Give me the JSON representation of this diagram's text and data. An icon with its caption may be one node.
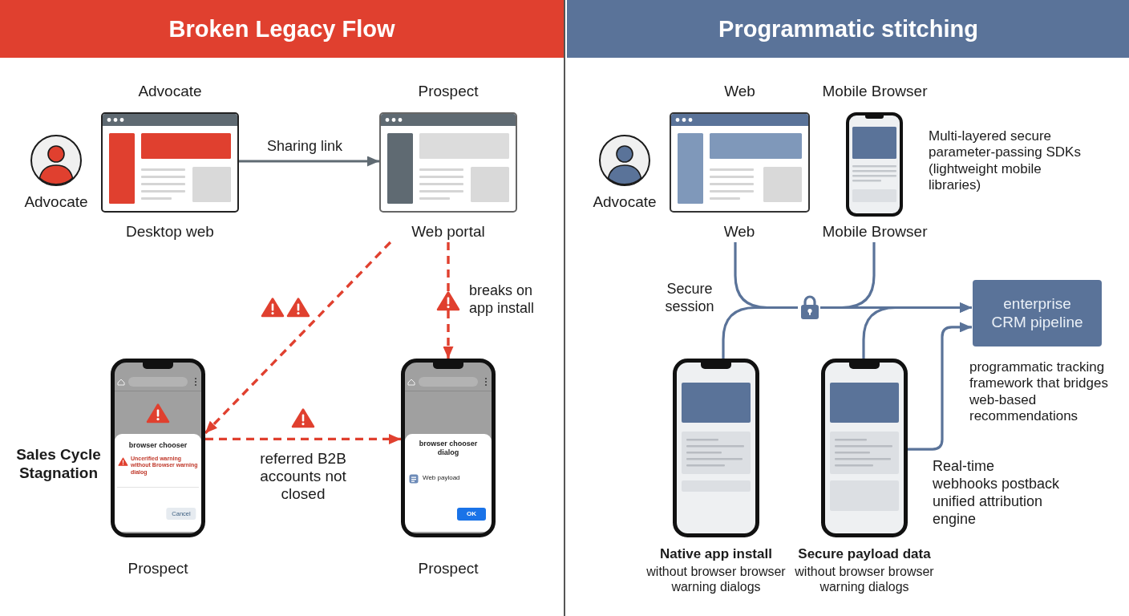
{
  "diagram": {
    "nodes": [
      {
        "text": [
          "Broken Legacy Flow"
        ]
      },
      {
        "text": [],
        "shape": "person",
        "beside": [
          "Advocate"
        ],
        "in": 0
      },
      {
        "text": [
          "Advocate"
        ],
        "beside": [
          "Desktop web"
        ],
        "in": 0
      },
      {
        "text": [
          "Prospect"
        ],
        "beside": [
          "Web portal"
        ],
        "in": 0
      },
      {
        "text": [
          "browser chooser",
          "Uncerified warning without Browser warning dialog",
          "Cancel"
        ],
        "beside": [
          "Sales Cycle Stagnation",
          "Prospect"
        ],
        "in": 0
      },
      {
        "text": [
          "browser chooser dialog",
          "Web payload",
          "OK"
        ],
        "beside": [
          "Prospect"
        ],
        "in": 0
      },
      {
        "text": [
          "Programmatic stitching"
        ]
      },
      {
        "text": [],
        "shape": "person",
        "beside": [
          "Advocate"
        ],
        "in": 6
      },
      {
        "text": [
          "Web"
        ],
        "beside": [
          "Web"
        ],
        "in": 6
      },
      {
        "text": [
          "Mobile Browser"
        ],
        "beside": [
          "Mobile Browser",
          "Multi-layered secure parameter-passing SDKs (lightweight mobile libraries)"
        ],
        "in": 6
      },
      {
        "text": [],
        "shape": "lock",
        "in": 6
      },
      {
        "text": [
          "enterprise CRM pipeline"
        ],
        "beside": [
          "programmatic tracking framework that bridges web-based recommendations"
        ],
        "in": 6
      },
      {
        "text": [],
        "shape": "picture",
        "beside": [
          "Native app install",
          "without browser browser warning dialogs"
        ],
        "in": 6
      },
      {
        "text": [],
        "shape": "picture",
        "beside": [
          "Secure payload data",
          "without browser browser warning dialogs"
        ],
        "in": 6
      }
    ],
    "edges": [
      {
        "from": 2,
        "to": 3,
        "arrow": "to",
        "label": "Sharing link",
        "color": "#5f6a72"
      },
      {
        "from": 3,
        "to": 4,
        "arrow": "to",
        "style": "dashed",
        "color": "#e0402f"
      },
      {
        "from": 3,
        "to": 5,
        "arrow": "to",
        "label": "breaks on app install",
        "style": "dashed",
        "color": "#e0402f"
      },
      {
        "from": 4,
        "to": 5,
        "arrow": "to",
        "label": "referred B2B accounts not closed",
        "style": "dashed",
        "color": "#e0402f"
      },
      {
        "from": 8,
        "to": 10,
        "arrow": "none"
      },
      {
        "from": 9,
        "to": 10,
        "arrow": "none"
      },
      {
        "from": 12,
        "to": 10,
        "arrow": "none"
      },
      {
        "from": 10,
        "to": 11,
        "arrow": "to"
      },
      {
        "from": 13,
        "to": 11,
        "arrow": "to"
      },
      {
        "from": 13,
        "to": 11,
        "arrow": "to",
        "label": "Real-time webhooks postback unified attribution engine"
      }
    ],
    "labels": [
      "Secure session"
    ]
  }
}
